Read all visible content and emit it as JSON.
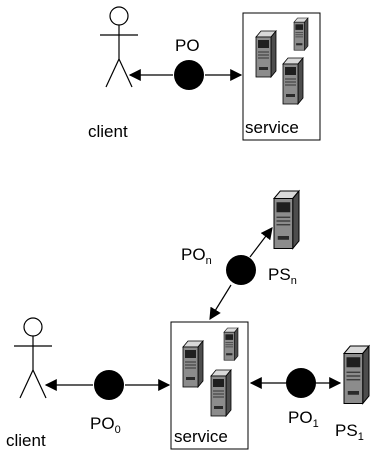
{
  "top": {
    "client_label": "client",
    "po_label": "PO",
    "service_label": "service"
  },
  "bottom": {
    "client_label": "client",
    "service_label": "service",
    "po0": {
      "base": "PO",
      "sub": "0"
    },
    "po1": {
      "base": "PO",
      "sub": "1"
    },
    "pon": {
      "base": "PO",
      "sub": "n"
    },
    "ps1": {
      "base": "PS",
      "sub": "1"
    },
    "psn": {
      "base": "PS",
      "sub": "n"
    }
  },
  "colors": {
    "stroke": "#000000",
    "po_fill": "#000000",
    "server_body": "#8c8c8c",
    "server_light": "#d9d9d9",
    "server_dark": "#4d4d4d",
    "server_screen": "#1f1f1f"
  },
  "icons": {
    "actor": "stick-figure-icon",
    "server": "server-tower-icon",
    "endpoint": "black-circle-icon"
  }
}
